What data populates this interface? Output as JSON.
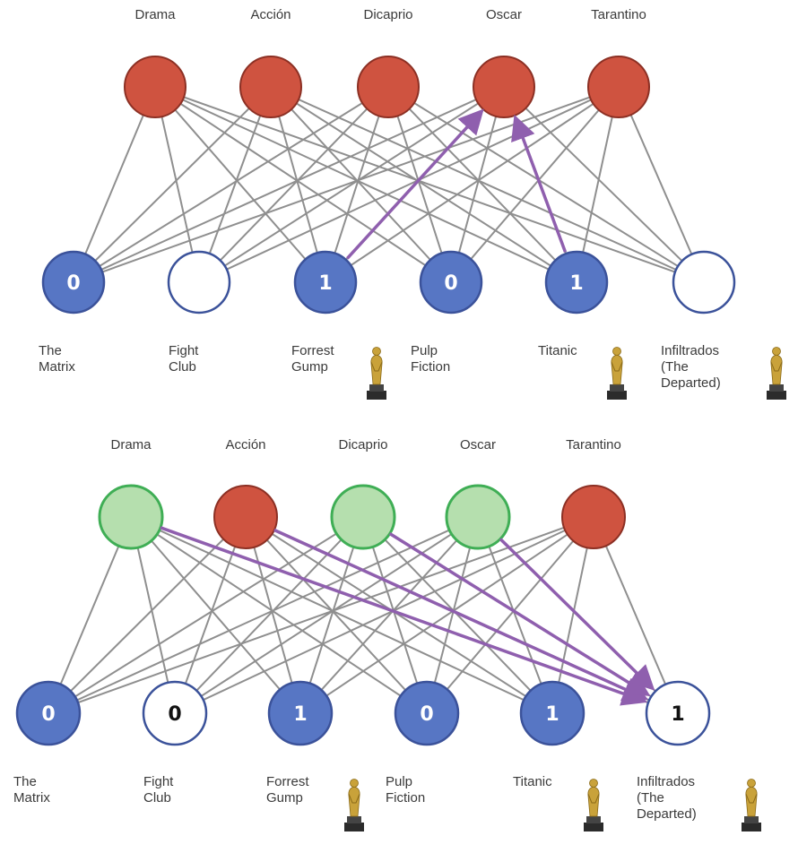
{
  "panels": [
    {
      "hidden": [
        {
          "label": "Drama",
          "fill": "red"
        },
        {
          "label": "Acción",
          "fill": "red"
        },
        {
          "label": "Dicaprio",
          "fill": "red"
        },
        {
          "label": "Oscar",
          "fill": "red"
        },
        {
          "label": "Tarantino",
          "fill": "red"
        }
      ],
      "visible": [
        {
          "label": "The\nMatrix",
          "value": "0",
          "style": "blue",
          "oscar": false
        },
        {
          "label": "Fight\nClub",
          "value": "",
          "style": "white",
          "oscar": false
        },
        {
          "label": "Forrest\nGump",
          "value": "1",
          "style": "blue",
          "oscar": true
        },
        {
          "label": "Pulp\nFiction",
          "value": "0",
          "style": "blue",
          "oscar": false
        },
        {
          "label": "Titanic",
          "value": "1",
          "style": "blue",
          "oscar": true
        },
        {
          "label": "Infiltrados\n(The\nDeparted)",
          "value": "",
          "style": "white",
          "oscar": true
        }
      ],
      "highlight_arrows": [
        {
          "from_visible": 2,
          "to_hidden": 3
        },
        {
          "from_visible": 4,
          "to_hidden": 3
        }
      ]
    },
    {
      "hidden": [
        {
          "label": "Drama",
          "fill": "green"
        },
        {
          "label": "Acción",
          "fill": "red"
        },
        {
          "label": "Dicaprio",
          "fill": "green"
        },
        {
          "label": "Oscar",
          "fill": "green"
        },
        {
          "label": "Tarantino",
          "fill": "red"
        }
      ],
      "visible": [
        {
          "label": "The\nMatrix",
          "value": "0",
          "style": "blue",
          "oscar": false
        },
        {
          "label": "Fight\nClub",
          "value": "0",
          "style": "white",
          "oscar": false
        },
        {
          "label": "Forrest\nGump",
          "value": "1",
          "style": "blue",
          "oscar": true
        },
        {
          "label": "Pulp\nFiction",
          "value": "0",
          "style": "blue",
          "oscar": false
        },
        {
          "label": "Titanic",
          "value": "1",
          "style": "blue",
          "oscar": true
        },
        {
          "label": "Infiltrados\n(The\nDeparted)",
          "value": "1",
          "style": "white",
          "oscar": true
        }
      ],
      "highlight_arrows": [
        {
          "from_hidden": 0,
          "to_visible": 5
        },
        {
          "from_hidden": 1,
          "to_visible": 5
        },
        {
          "from_hidden": 2,
          "to_visible": 5
        },
        {
          "from_hidden": 3,
          "to_visible": 5
        }
      ]
    }
  ],
  "colors": {
    "red_fill": "#cf5340",
    "red_stroke": "#8c3024",
    "green_fill": "#b5dfae",
    "green_stroke": "#3fae55",
    "blue_fill": "#5776c4",
    "blue_stroke": "#3b529a",
    "white_stroke": "#3b529a",
    "edge": "#8f8f8f",
    "arrow": "#8f5fae"
  },
  "icons": {
    "award": "oscar-statuette-icon"
  }
}
